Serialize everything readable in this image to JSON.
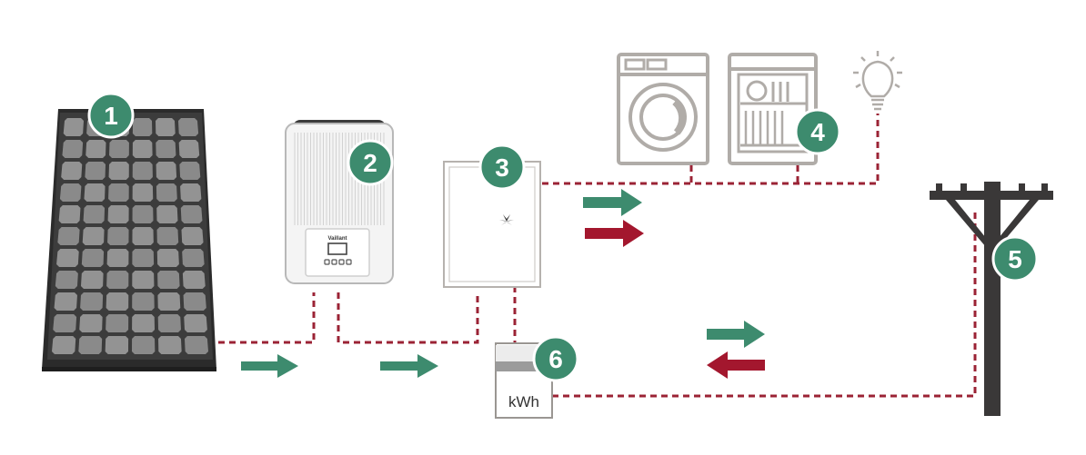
{
  "diagram": {
    "badges": [
      {
        "id": "solar",
        "label": "1"
      },
      {
        "id": "inverter",
        "label": "2"
      },
      {
        "id": "distribution",
        "label": "3"
      },
      {
        "id": "consumers",
        "label": "4"
      },
      {
        "id": "grid",
        "label": "5"
      },
      {
        "id": "meter",
        "label": "6"
      }
    ],
    "meter_unit": "kWh",
    "inverter_brand": "Vaillant",
    "colors": {
      "badge": "#3d8b6e",
      "export_arrow": "#3d8b6e",
      "import_arrow": "#a3172e",
      "wire": "#9b2335",
      "device_outline": "#b0aca8",
      "panel_dark": "#2a2a2a",
      "panel_cell": "#8f8f8f",
      "pole": "#3a3838"
    }
  }
}
